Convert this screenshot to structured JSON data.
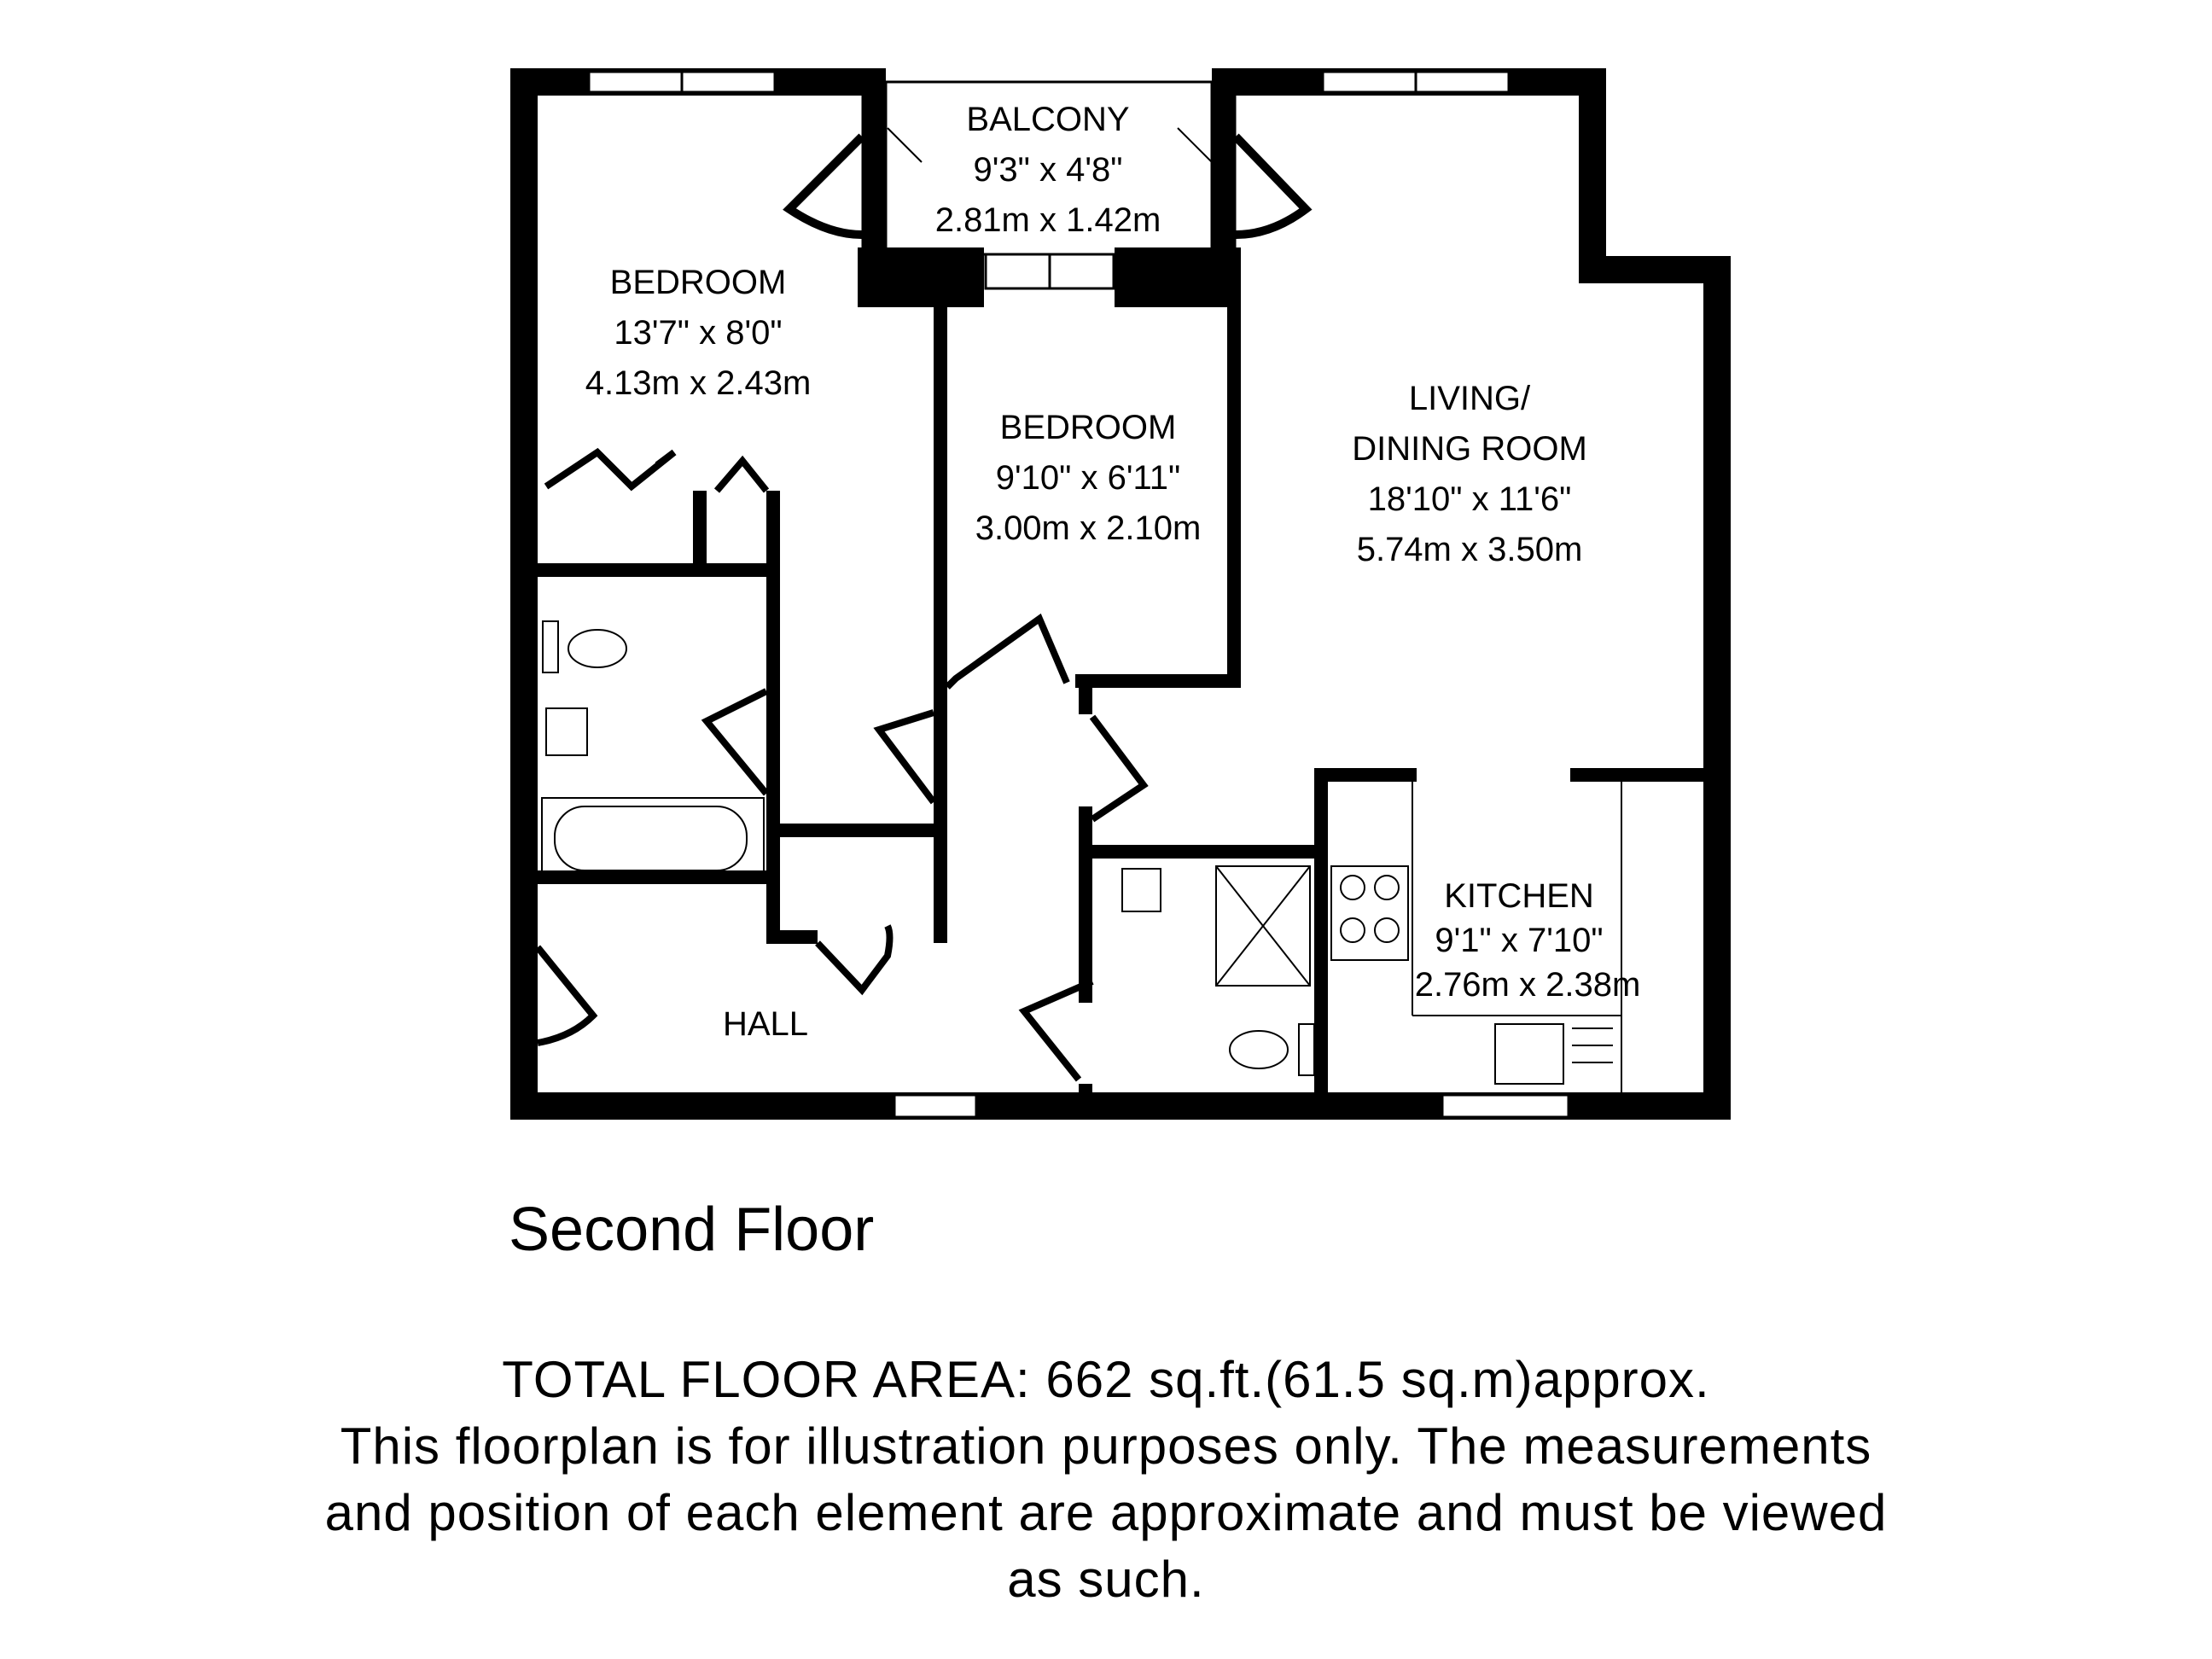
{
  "rooms": {
    "balcony": {
      "name": "BALCONY",
      "imperial": "9'3\" x 4'8\"",
      "metric": "2.81m x 1.42m"
    },
    "bedroom1": {
      "name": "BEDROOM",
      "imperial": "13'7\" x 8'0\"",
      "metric": "4.13m x 2.43m"
    },
    "bedroom2": {
      "name": "BEDROOM",
      "imperial": "9'10\" x 6'11\"",
      "metric": "3.00m x 2.10m"
    },
    "living": {
      "name_line1": "LIVING/",
      "name_line2": "DINING ROOM",
      "imperial": "18'10\" x 11'6\"",
      "metric": "5.74m x 3.50m"
    },
    "kitchen": {
      "name": "KITCHEN",
      "imperial": "9'1\" x 7'10\"",
      "metric": "2.76m x 2.38m"
    },
    "hall": {
      "name": "HALL"
    }
  },
  "floor_title": "Second Floor",
  "footer": {
    "line1": "TOTAL FLOOR AREA: 662 sq.ft.(61.5 sq.m)approx.",
    "line2": "This floorplan is for illustration purposes only. The measurements",
    "line3": "and position of each element are approximate and must be viewed",
    "line4": "as such."
  }
}
